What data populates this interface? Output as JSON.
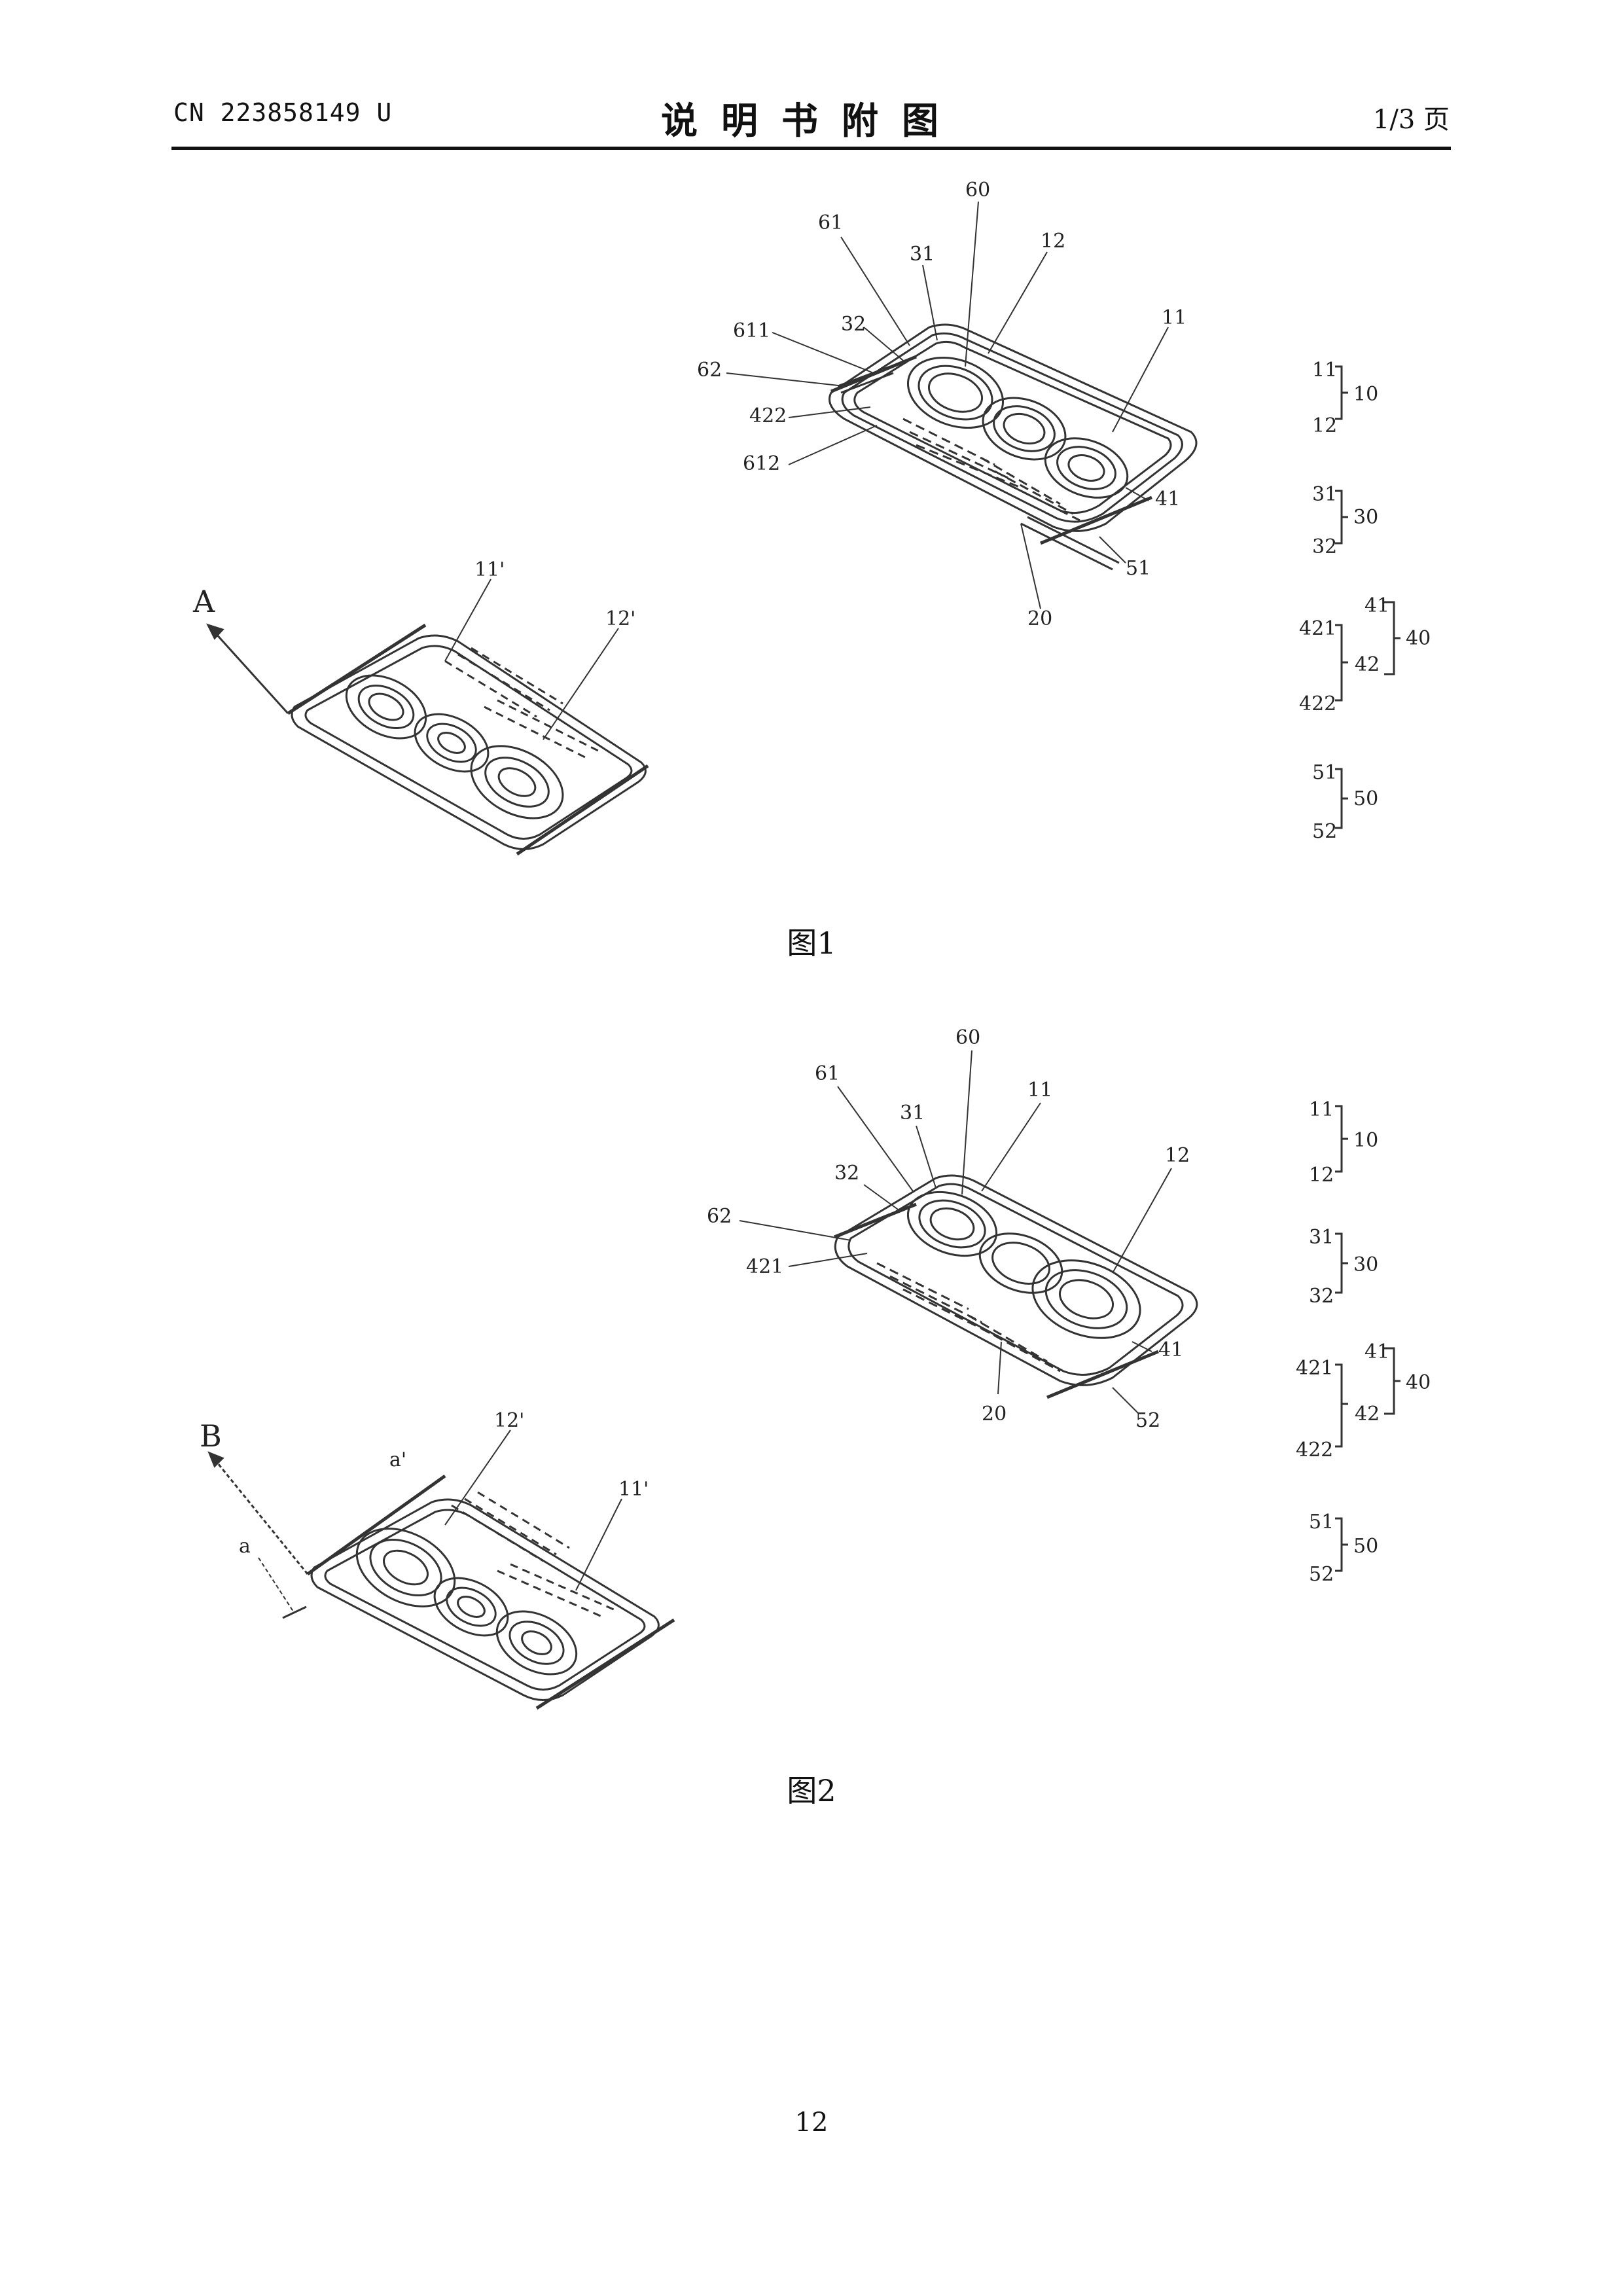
{
  "header": {
    "patent_no": "CN 223858149 U",
    "title": "说明书附图",
    "page_of": "1/3 页"
  },
  "figures": [
    {
      "caption": "图1",
      "view_letter": "A",
      "view_labels": [
        "11'",
        "12'"
      ],
      "labels": [
        "60",
        "61",
        "31",
        "12",
        "611",
        "32",
        "11",
        "62",
        "422",
        "612",
        "41",
        "51",
        "20"
      ],
      "legend": [
        {
          "parts": [
            "11",
            "12"
          ],
          "group": "10"
        },
        {
          "parts": [
            "31",
            "32"
          ],
          "group": "30"
        },
        {
          "parts": [
            "421",
            "422"
          ],
          "mid": "41",
          "sub": "42",
          "group": "40"
        },
        {
          "parts": [
            "51",
            "52"
          ],
          "group": "50"
        }
      ]
    },
    {
      "caption": "图2",
      "view_letter": "B",
      "view_labels": [
        "a'",
        "12'",
        "11'",
        "a"
      ],
      "labels": [
        "60",
        "61",
        "31",
        "11",
        "32",
        "12",
        "62",
        "421",
        "41",
        "20",
        "52"
      ],
      "legend": [
        {
          "parts": [
            "11",
            "12"
          ],
          "group": "10"
        },
        {
          "parts": [
            "31",
            "32"
          ],
          "group": "30"
        },
        {
          "parts": [
            "421",
            "422"
          ],
          "mid": "41",
          "sub": "42",
          "group": "40"
        },
        {
          "parts": [
            "51",
            "52"
          ],
          "group": "50"
        }
      ]
    }
  ],
  "page_number": "12"
}
